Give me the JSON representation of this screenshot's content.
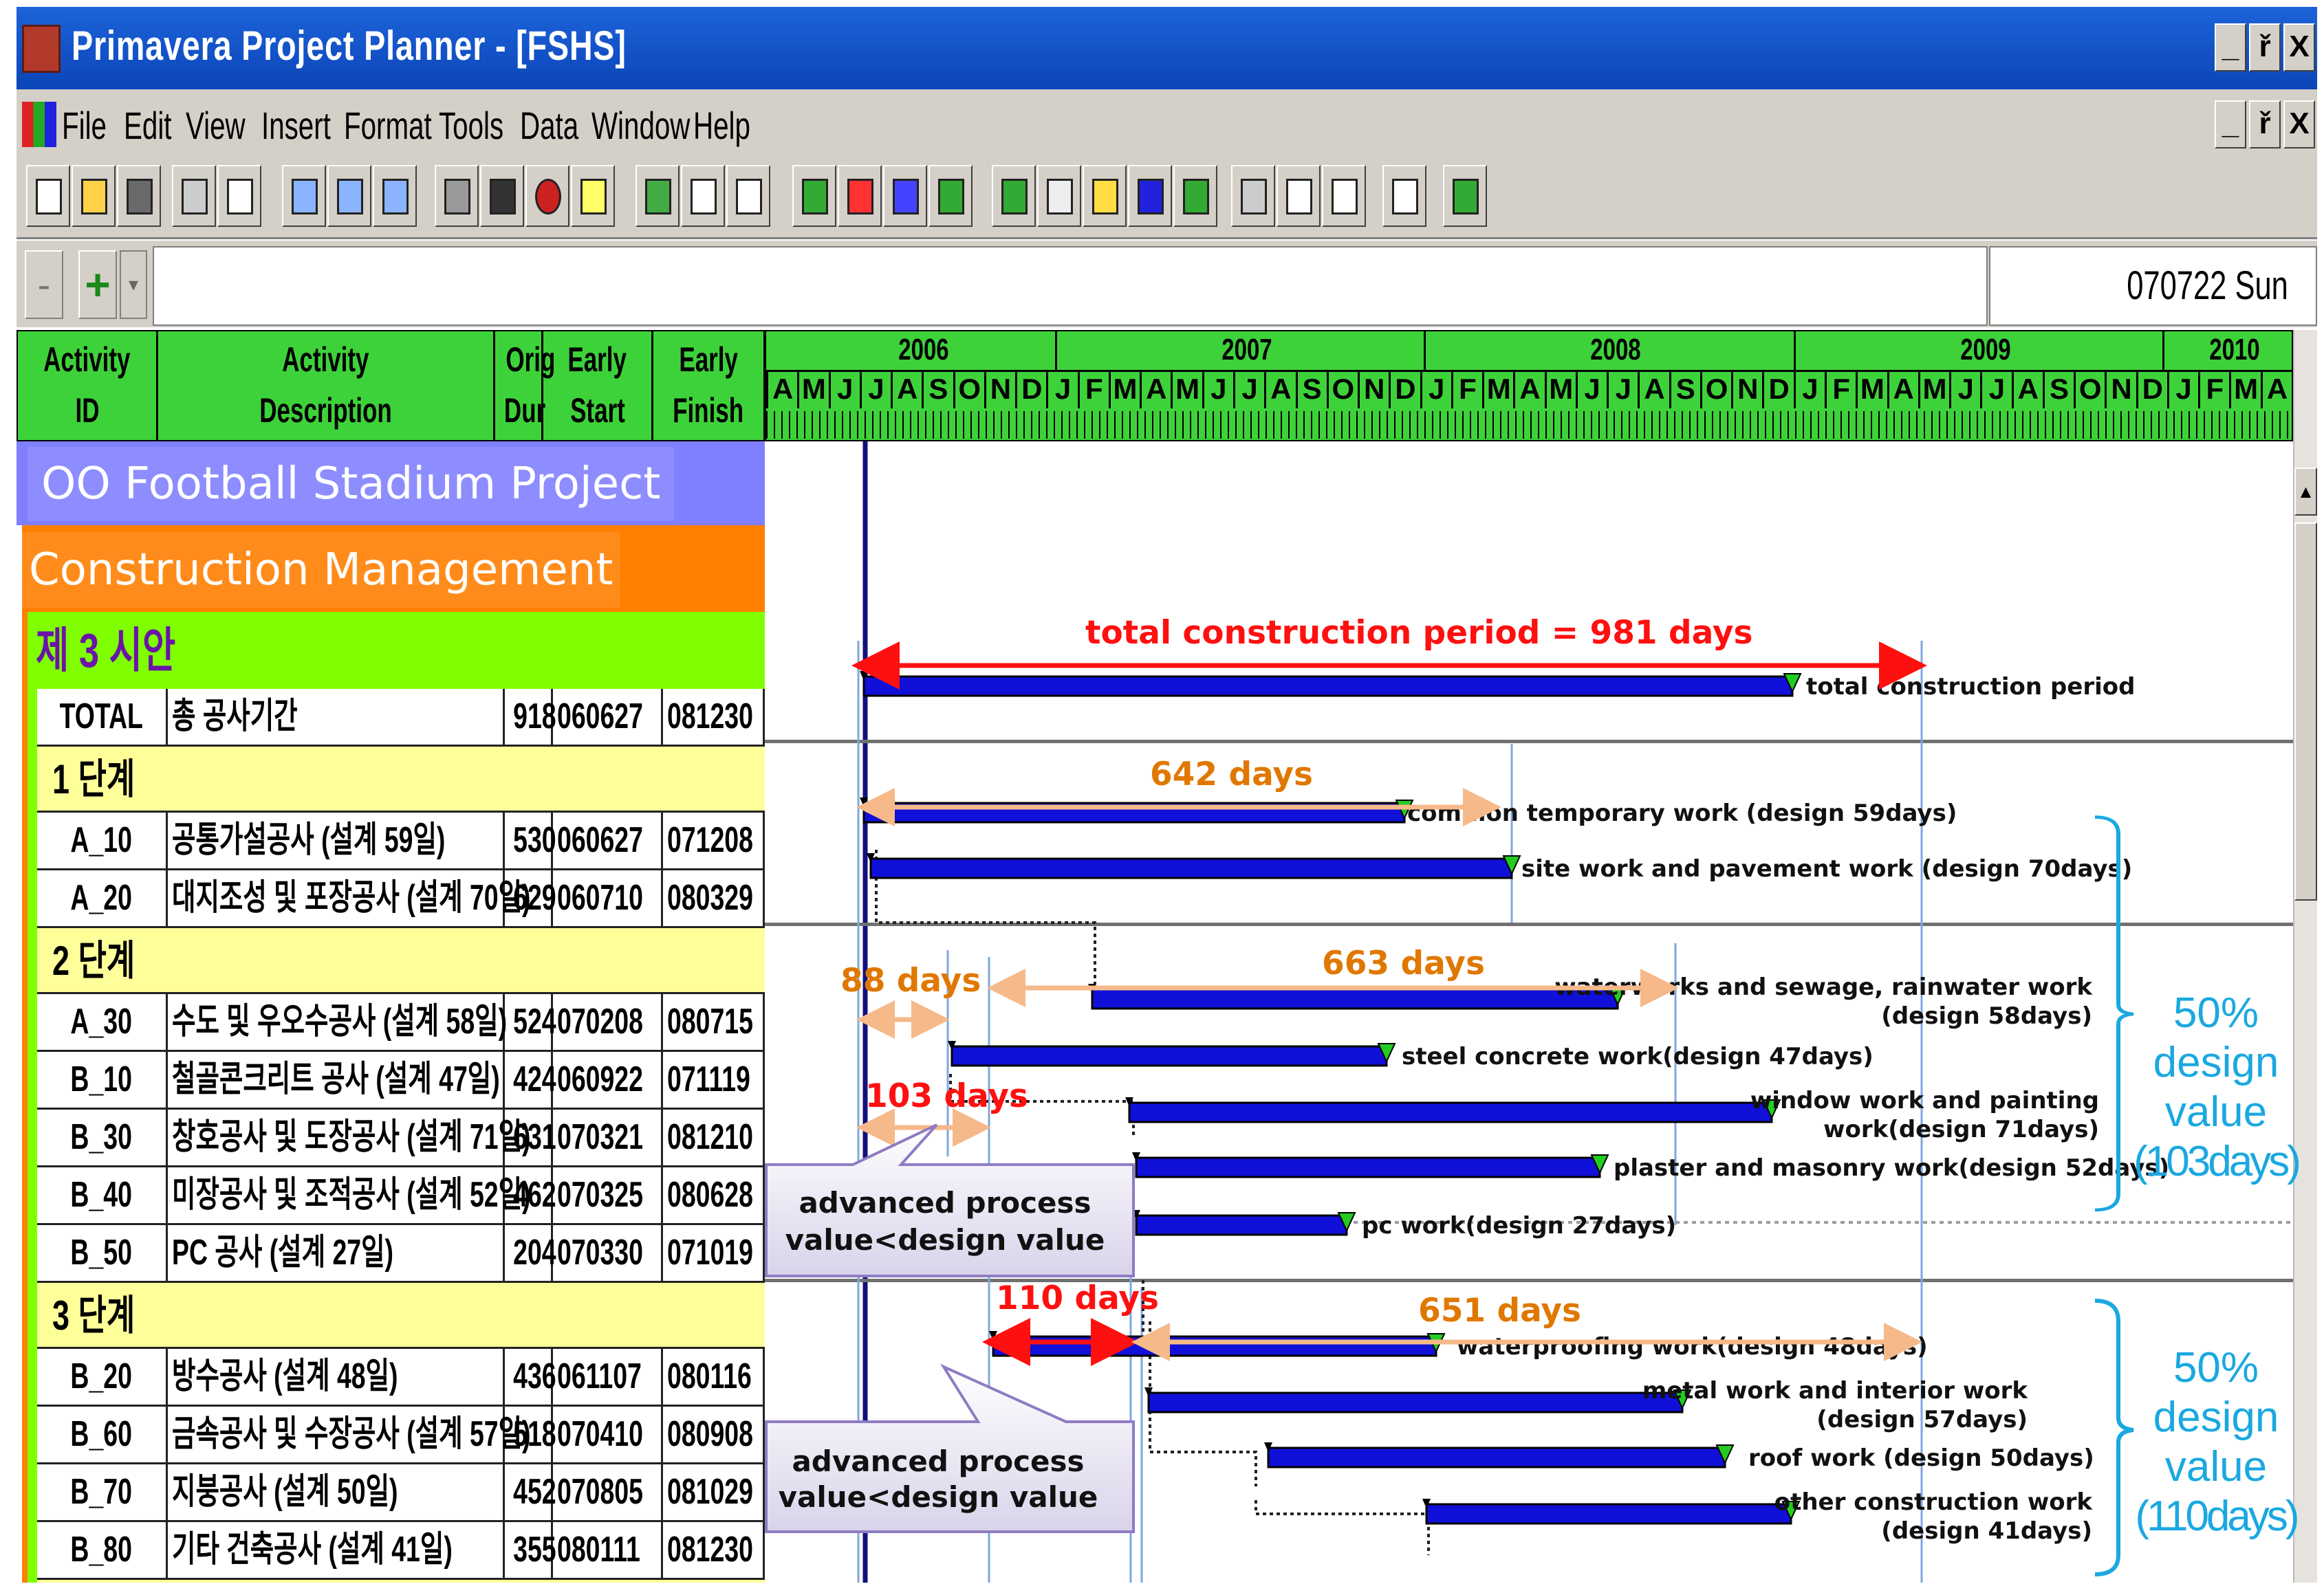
{
  "window": {
    "title": "Primavera Project Planner - [FSHS]",
    "controls": [
      "_",
      "ř",
      "X"
    ]
  },
  "menu": [
    "File",
    "Edit",
    "View",
    "Insert",
    "Format",
    "Tools",
    "Data",
    "Window",
    "Help"
  ],
  "editbar": {
    "minus": "-",
    "plus": "+",
    "date": "070722 Sun"
  },
  "columns": [
    {
      "l1": "Activity",
      "l2": "ID"
    },
    {
      "l1": "Activity",
      "l2": "Description"
    },
    {
      "l1": "Orig",
      "l2": "Dur"
    },
    {
      "l1": "Early",
      "l2": "Start"
    },
    {
      "l1": "Early",
      "l2": "Finish"
    }
  ],
  "timescale": {
    "years": [
      "2006",
      "2007",
      "2008",
      "2009",
      "2010"
    ],
    "months": [
      "A",
      "M",
      "J",
      "J",
      "A",
      "S",
      "O",
      "N",
      "D",
      "J",
      "F",
      "M",
      "A",
      "M",
      "J",
      "J",
      "A",
      "S",
      "O",
      "N",
      "D",
      "J",
      "F",
      "M",
      "A",
      "M",
      "J",
      "J",
      "A",
      "S",
      "O",
      "N",
      "D",
      "J",
      "F",
      "M",
      "A",
      "M",
      "J",
      "J",
      "A",
      "S",
      "O",
      "N",
      "D",
      "J",
      "F",
      "M",
      "A"
    ]
  },
  "bands": {
    "project": "OO Football Stadium Project",
    "cm": "Construction Management",
    "plan": "제 3 시안"
  },
  "rows": {
    "total": {
      "id": "TOTAL",
      "desc": "총 공사기간",
      "dur": "918",
      "start": "060627",
      "finish": "081230"
    },
    "g1": "1 단계",
    "a10": {
      "id": "A_10",
      "desc": "공통가설공사 (설계 59일)",
      "dur": "530",
      "start": "060627",
      "finish": "071208"
    },
    "a20": {
      "id": "A_20",
      "desc": "대지조성 및 포장공사 (설계 70일)",
      "dur": "629",
      "start": "060710",
      "finish": "080329"
    },
    "g2": "2 단계",
    "a30": {
      "id": "A_30",
      "desc": "수도 및 우오수공사 (설계 58일)",
      "dur": "524",
      "start": "070208",
      "finish": "080715"
    },
    "b10": {
      "id": "B_10",
      "desc": "철골콘크리트 공사 (설계 47일)",
      "dur": "424",
      "start": "060922",
      "finish": "071119"
    },
    "b30": {
      "id": "B_30",
      "desc": "창호공사 및 도장공사 (설계 71일)",
      "dur": "631",
      "start": "070321",
      "finish": "081210"
    },
    "b40": {
      "id": "B_40",
      "desc": "미장공사 및 조적공사 (설계 52일)",
      "dur": "462",
      "start": "070325",
      "finish": "080628"
    },
    "b50": {
      "id": "B_50",
      "desc": "PC 공사 (설계 27일)",
      "dur": "204",
      "start": "070330",
      "finish": "071019"
    },
    "g3": "3 단계",
    "b20": {
      "id": "B_20",
      "desc": "방수공사 (설계 48일)",
      "dur": "436",
      "start": "061107",
      "finish": "080116"
    },
    "b60": {
      "id": "B_60",
      "desc": "금속공사 및 수장공사 (설계 57일)",
      "dur": "518",
      "start": "070410",
      "finish": "080908"
    },
    "b70": {
      "id": "B_70",
      "desc": "지붕공사 (설계 50일)",
      "dur": "452",
      "start": "070805",
      "finish": "081029"
    },
    "b80": {
      "id": "B_80",
      "desc": "기타 건축공사 (설계 41일)",
      "dur": "355",
      "start": "080111",
      "finish": "081230"
    }
  },
  "bars": {
    "total": "total construction period",
    "a10": "common temporary work (design 59days)",
    "a20": "site work and pavement work (design 70days)",
    "a30_1": "waterworks and sewage, rainwater work",
    "a30_2": "(design 58days)",
    "b10": "steel concrete work(design 47days)",
    "b30_1": "window work and painting",
    "b30_2": "work(design 71days)",
    "b40": "plaster and masonry work(design 52days)",
    "b50": "pc work(design 27days)",
    "b20": "waterproofing work(design 48days)",
    "b60_1": "metal work and interior work",
    "b60_2": "(design 57days)",
    "b70": "roof work (design 50days)",
    "b80_1": "other construction work",
    "b80_2": "(design 41days)"
  },
  "annotations": {
    "total": "total construction period  =  981 days",
    "d642": "642 days",
    "d88": "88 days",
    "d663": "663 days",
    "d103": "103 days",
    "d110": "110 days",
    "d651": "651 days",
    "callout_l1": "advanced process",
    "callout_l2": "value<design value",
    "brace1": [
      "50%",
      "design",
      "value",
      "(103days)"
    ],
    "brace2": [
      "50%",
      "design",
      "value",
      "(110days)"
    ]
  },
  "colors": {
    "bar": "#1010d8",
    "red": "#ff1010",
    "orange": "#e07800",
    "peach": "#f8c8a0",
    "blue_text": "#1aa8e0",
    "header_green": "#3ed23a",
    "project_band": "#7f7fff",
    "cm_band": "#ff7f00",
    "plan_band": "#7fff00",
    "group_band": "#ffff99"
  }
}
